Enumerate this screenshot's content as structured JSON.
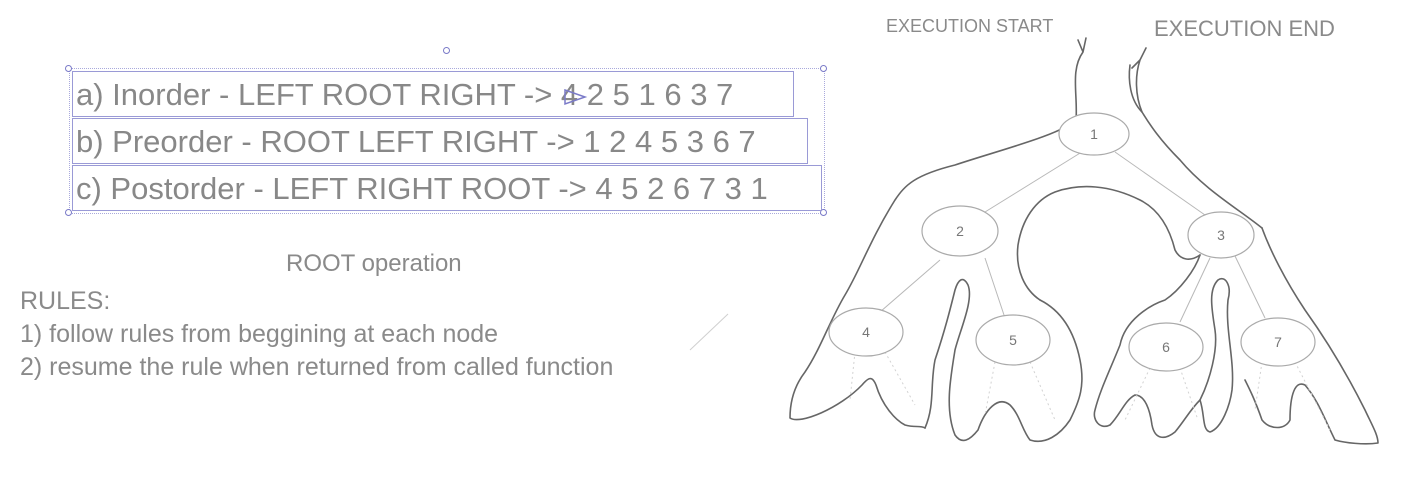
{
  "traversals": {
    "inorder": "a) Inorder - LEFT ROOT RIGHT -> 4  2 5 1 6 3 7",
    "preorder": "b) Preorder - ROOT LEFT RIGHT -> 1 2 4 5 3 6 7",
    "postorder": "c) Postorder - LEFT RIGHT ROOT -> 4 5 2 6 7 3 1"
  },
  "caption": "ROOT operation",
  "rules": {
    "heading": "RULES:",
    "rule1": "1) follow rules from beggining at each node",
    "rule2": "2) resume the rule when returned from called function"
  },
  "tree": {
    "execution_start": "EXECUTION START",
    "execution_end": "EXECUTION END",
    "nodes": [
      {
        "id": "1",
        "label": "1"
      },
      {
        "id": "2",
        "label": "2"
      },
      {
        "id": "3",
        "label": "3"
      },
      {
        "id": "4",
        "label": "4"
      },
      {
        "id": "5",
        "label": "5"
      },
      {
        "id": "6",
        "label": "6"
      },
      {
        "id": "7",
        "label": "7"
      }
    ],
    "edges": [
      [
        "1",
        "2"
      ],
      [
        "1",
        "3"
      ],
      [
        "2",
        "4"
      ],
      [
        "2",
        "5"
      ],
      [
        "3",
        "6"
      ],
      [
        "3",
        "7"
      ]
    ]
  },
  "colors": {
    "text": "#888888",
    "selection": "#8080d0",
    "sketch": "#555555"
  }
}
